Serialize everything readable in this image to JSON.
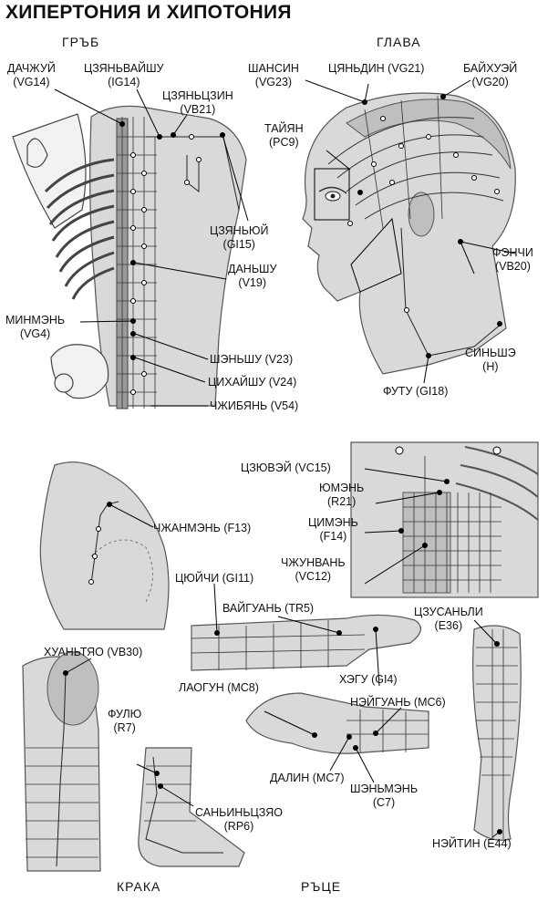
{
  "title": "ХИПЕРТОНИЯ И ХИПОТОНИЯ",
  "sections": {
    "back": "ГРЪБ",
    "head": "ГЛАВА",
    "legs": "КРАКА",
    "hands": "РЪЦЕ"
  },
  "points": {
    "dazhui": {
      "name": "ДАЧЖУЙ",
      "code": "(VG14)"
    },
    "jianwaishu": {
      "name": "ЦЗЯНЬВАЙШУ",
      "code": "(IG14)"
    },
    "jianjing": {
      "name": "ЦЗЯНЬЦЗИН",
      "code": "(VB21)"
    },
    "jianyu": {
      "name": "ЦЗЯНЬЮЙ",
      "code": "(GI15)"
    },
    "danshu": {
      "name": "ДАНЬШУ",
      "code": "(V19)"
    },
    "mingmen": {
      "name": "МИНМЭНЬ",
      "code": "(VG4)"
    },
    "shenshu": {
      "label": "ШЭНЬШУ (V23)"
    },
    "zhihaishu": {
      "label": "ЦИХАЙШУ (V24)"
    },
    "zhibian": {
      "label": "ЧЖИБЯНЬ (V54)"
    },
    "shangxing": {
      "name": "ШАНСИН",
      "code": "(VG23)"
    },
    "qianding": {
      "name": "ЦЯНЬДИН (VG21)"
    },
    "baihui": {
      "name": "БАЙХУЭЙ",
      "code": "(VG20)"
    },
    "taiyang": {
      "name": "ТАЙЯН",
      "code": "(PC9)"
    },
    "fengchi": {
      "name": "ФЭНЧИ",
      "code": "(VB20)"
    },
    "xinshe": {
      "name": "СИНЬШЭ",
      "code": "(H)"
    },
    "futu": {
      "label": "ФУТУ (GI18)"
    },
    "zhangmen": {
      "label": "ЧЖАНМЭНЬ (F13)"
    },
    "jiuwei": {
      "label": "ЦЗЮВЭЙ (VC15)"
    },
    "youmen": {
      "name": "ЮМЭНЬ",
      "code": "(R21)"
    },
    "qimen": {
      "name": "ЦИМЭНЬ",
      "code": "(F14)"
    },
    "zhongwan": {
      "name": "ЧЖУНВАНЬ",
      "code": "(VC12)"
    },
    "quchi": {
      "label": "ЦЮЙЧИ (GI11)"
    },
    "waiguan": {
      "label": "ВАЙГУАНЬ (TR5)"
    },
    "zusanli": {
      "name": "ЦЗУСАНЬЛИ",
      "code": "(E36)"
    },
    "huantiao": {
      "label": "ХУАНЬТЯО (VB30)"
    },
    "hegu": {
      "label": "ХЭГУ (GI4)"
    },
    "laogong": {
      "label": "ЛАОГУН (MC8)"
    },
    "neiguan": {
      "label": "НЭЙГУАНЬ (MC6)"
    },
    "fuliu": {
      "name": "ФУЛЮ",
      "code": "(R7)"
    },
    "daling": {
      "label": "ДАЛИН (MC7)"
    },
    "shenmen": {
      "name": "ШЭНЬМЭНЬ",
      "code": "(C7)"
    },
    "sanyinjiao": {
      "name": "САНЬИНЬЦЗЯО",
      "code": "(RP6)"
    },
    "neiting": {
      "label": "НЭЙТИН (E44)"
    }
  }
}
